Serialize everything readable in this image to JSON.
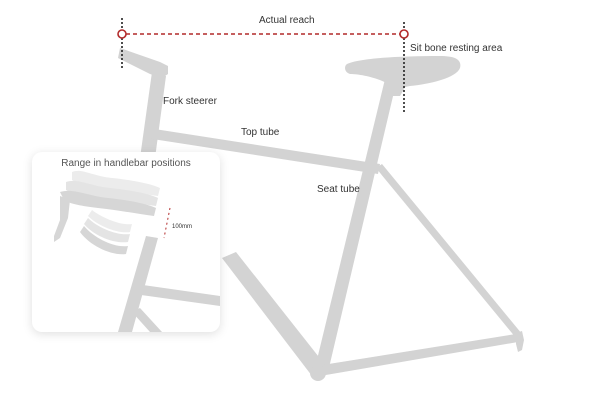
{
  "diagram": {
    "colors": {
      "frame": "#d3d3d3",
      "frame_light": "#e4e4e4",
      "frame_lighter": "#ececec",
      "measure_line": "#b22a2a",
      "guide_line": "#222222",
      "text": "#333333"
    },
    "labels": {
      "actual_reach": "Actual reach",
      "sit_bone": "Sit bone resting area",
      "fork_steerer": "Fork steerer",
      "top_tube": "Top tube",
      "seat_tube": "Seat tube"
    },
    "inset": {
      "title": "Range in handlebar positions",
      "measurement": "100mm"
    }
  }
}
